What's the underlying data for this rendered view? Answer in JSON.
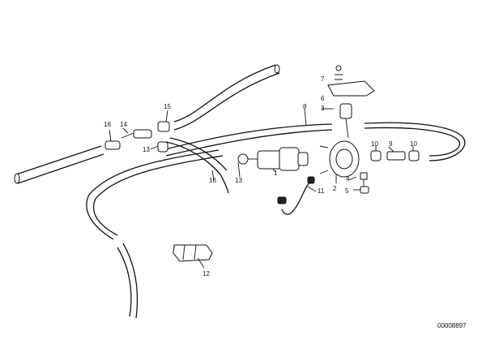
{
  "diagram": {
    "part_numbers": {
      "p1": "1",
      "p2": "2",
      "p3": "3",
      "p4": "4",
      "p5": "5",
      "p6": "6",
      "p7": "7",
      "p8": "8",
      "p9": "9",
      "p10a": "10",
      "p10b": "10",
      "p11": "11",
      "p12": "12",
      "p13a": "13",
      "p13b": "13",
      "p14": "14",
      "p15": "15",
      "p16a": "16",
      "p16b": "16"
    },
    "drawing_code": "00008897"
  }
}
